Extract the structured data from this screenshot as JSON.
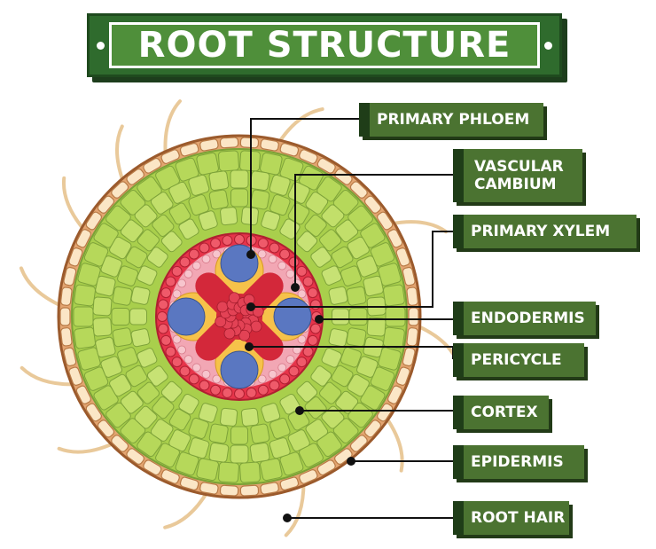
{
  "title": "ROOT STRUCTURE",
  "labels": {
    "primary_phloem": "PRIMARY PHLOEM",
    "vascular_cambium_line1": "VASCULAR",
    "vascular_cambium_line2": "CAMBIUM",
    "primary_xylem": "PRIMARY XYLEM",
    "endodermis": "ENDODERMIS",
    "pericycle": "PERICYCLE",
    "cortex": "CORTEX",
    "epidermis": "EPIDERMIS",
    "root_hair": "ROOT HAIR"
  },
  "colors": {
    "banner_dark": "#2f6b2d",
    "banner_light": "#4f8f3a",
    "label_box": "#4b7331",
    "root_hair": "#e9c99a",
    "epidermis": "#e3a571",
    "cortex_outer": "#a9cf4c",
    "cortex_inner": "#c4df6a",
    "endodermis": "#e6344a",
    "pericycle": "#f2a7b4",
    "phloem": "#5a77c1",
    "xylem_core": "#d3283a",
    "cambium": "#f6c24a"
  }
}
